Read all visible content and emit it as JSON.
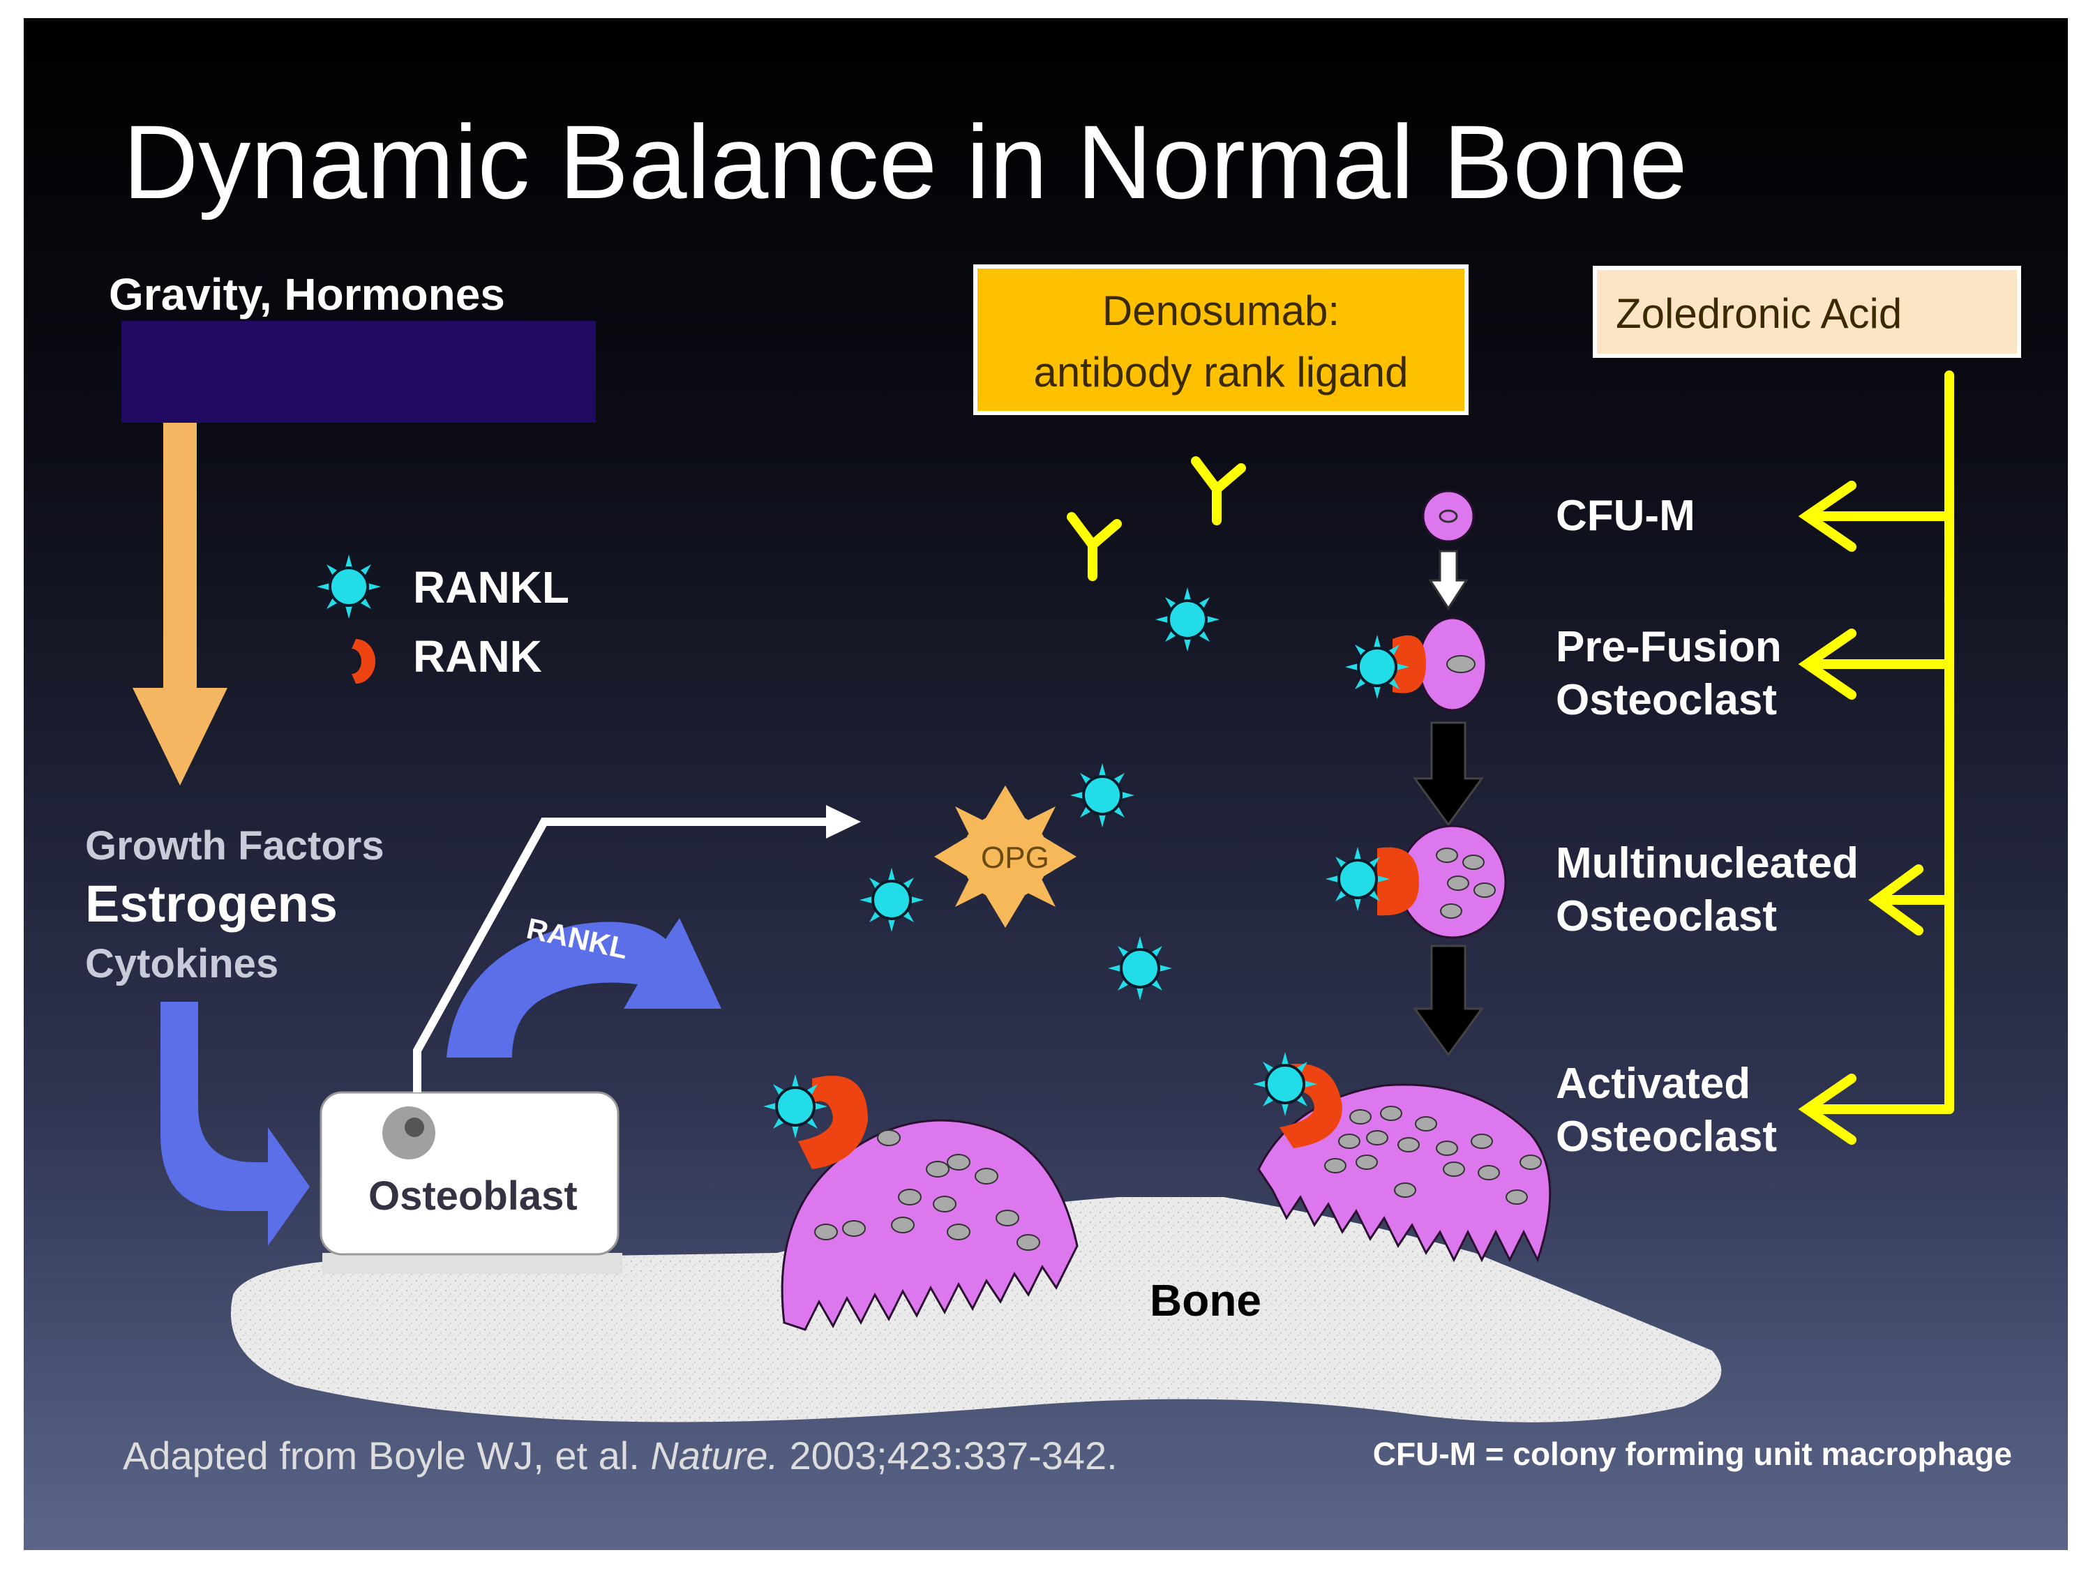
{
  "title": "Dynamic Balance in Normal Bone",
  "gravity_label": "Gravity, Hormones",
  "legend": {
    "rankl": "RANKL",
    "rank": "RANK"
  },
  "factors": {
    "growth": "Growth Factors",
    "estrogens": "Estrogens",
    "cytokines": "Cytokines"
  },
  "osteoblast_label": "Osteoblast",
  "rankl_arrow_label": "RANKL",
  "opg_label": "OPG",
  "bone_label": "Bone",
  "denosumab": {
    "line1": "Denosumab:",
    "line2": "antibody rank ligand"
  },
  "zoledronic": "Zoledronic Acid",
  "stages": {
    "cfum": "CFU-M",
    "prefusion_1": "Pre-Fusion",
    "prefusion_2": "Osteoclast",
    "multi_1": "Multinucleated",
    "multi_2": "Osteoclast",
    "activated_1": "Activated",
    "activated_2": "Osteoclast"
  },
  "citation": {
    "pre": "Adapted from Boyle WJ, et al. ",
    "journal": "Nature.",
    "post": " 2003;423:337-342."
  },
  "footnote": "CFU-M = colony forming unit macrophage",
  "colors": {
    "bg_top": "#000000",
    "bg_bottom": "#5b6689",
    "title_text": "#ffffff",
    "arrow_orange": "#f5b661",
    "arrow_blue": "#5b6fe8",
    "yellow": "#ffff00",
    "denosumab_box": "#ffc000",
    "zoledronic_box": "#fde4c4",
    "osteoclast": "#dd77ee",
    "rankl_cyan": "#22dde8",
    "rank_red": "#ee4411",
    "opg": "#f6b858",
    "bone": "#eaeaea",
    "redaction": "#200a62"
  }
}
